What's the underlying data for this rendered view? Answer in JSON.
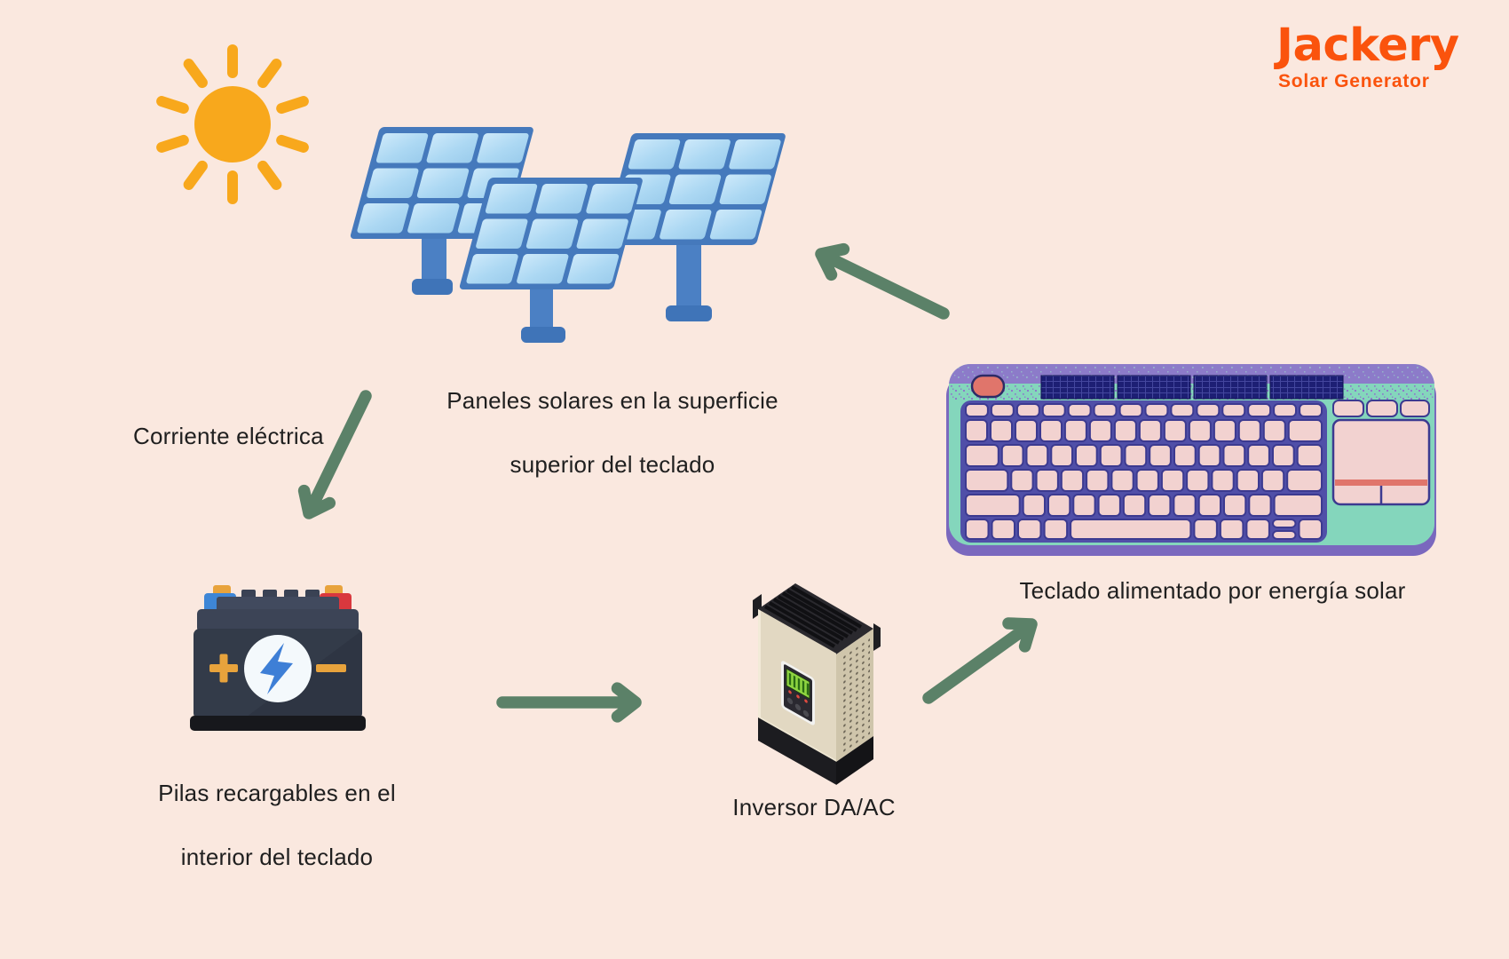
{
  "brand": {
    "name": "Jackery",
    "tagline": "Solar Generator"
  },
  "labels": {
    "solar_panels": {
      "line1": "Paneles solares en la superficie",
      "line2": "superior del teclado"
    },
    "electric_current": "Corriente eléctrica",
    "solar_keyboard": "Teclado alimentado por energía solar",
    "battery": {
      "line1": "Pilas recargables en el",
      "line2": "interior del teclado"
    },
    "inverter": "Inversor DA/AC"
  },
  "icons": {
    "sun": "sun-icon",
    "solar_panels": "solar-panels-icon",
    "battery": "battery-icon",
    "inverter": "inverter-icon",
    "keyboard": "solar-keyboard-icon",
    "arrows": "flow-arrow-icon"
  },
  "colors": {
    "background": "#FAE8DF",
    "text": "#1F1F1F",
    "brand_orange": "#FA530D",
    "arrow_green": "#5B8168",
    "sun_gold": "#F8A81C",
    "panel_frame_blue": "#4579BC",
    "panel_cell_blue": "#A9D6F2",
    "keyboard_mint": "#84D6BC",
    "keyboard_purple": "#8C7BC9",
    "keyboard_shadow_purple": "#7A68BE",
    "key_pink": "#F2D2D0",
    "key_area_navy": "#504FA8",
    "key_border_navy": "#3C3A90",
    "solar_strip_navy": "#1D1F74",
    "coral": "#E0756B",
    "battery_charcoal": "#333B49",
    "battery_orange": "#E8A33C",
    "bolt_blue": "#3E7FD6",
    "inverter_cream": "#E2D8C2"
  }
}
